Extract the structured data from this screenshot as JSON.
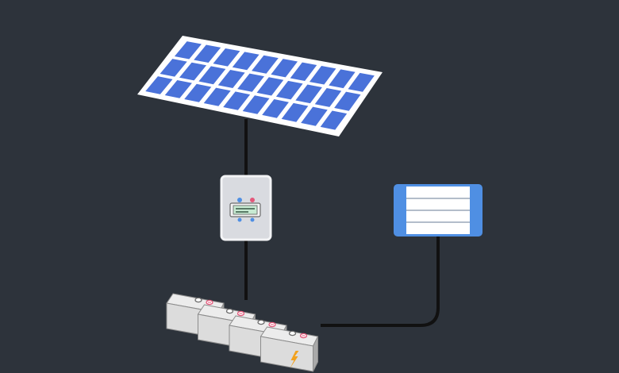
{
  "colors": {
    "background": "#2d333b",
    "wire": "#111111",
    "panel_cell": "#4a72d9",
    "panel_frame": "#ffffff",
    "panel_grid": "#dfe6f5",
    "controller_body": "#d9dbe0",
    "controller_border": "#f2f3f5",
    "controller_screen": "#c7ead2",
    "battery_body": "#dcdcdc",
    "battery_shadow": "#a9a9a9",
    "battery_terminal_positive": "#e4577a",
    "battery_terminal_negative": "#6b6b6b",
    "battery_bolt": "#f2a11d",
    "inverter_cap": "#4f8fe3",
    "inverter_body": "#ffffff",
    "inverter_line": "#9aa7b8"
  },
  "icons": {
    "solar_panel": "solar-panel-icon",
    "charge_controller": "charge-controller-icon",
    "battery_bank": "battery-icon",
    "bolt": "lightning-bolt-icon",
    "inverter": "inverter-icon"
  },
  "components": {
    "solar_panel": {
      "rows": 3,
      "cols": 10
    },
    "battery_bank": {
      "count": 4
    },
    "inverter": {
      "stripes": 4
    }
  }
}
